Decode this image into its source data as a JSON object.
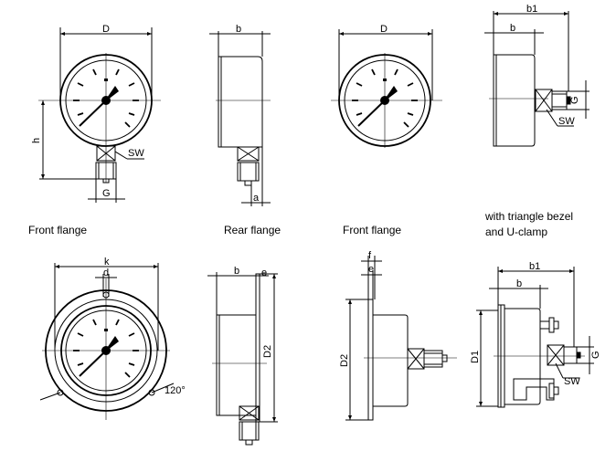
{
  "captions": {
    "front_flange_1": "Front flange",
    "rear_flange": "Rear flange",
    "front_flange_2": "Front flange",
    "triangle_line1": "with triangle bezel",
    "triangle_line2": "and U-clamp"
  },
  "dims": {
    "D": "D",
    "b": "b",
    "b1": "b1",
    "h": "h",
    "G": "G",
    "SW": "SW",
    "a": "a",
    "k": "k",
    "d": "d",
    "e": "e",
    "f": "f",
    "D1": "D1",
    "D2": "D2",
    "angle": "120°"
  }
}
